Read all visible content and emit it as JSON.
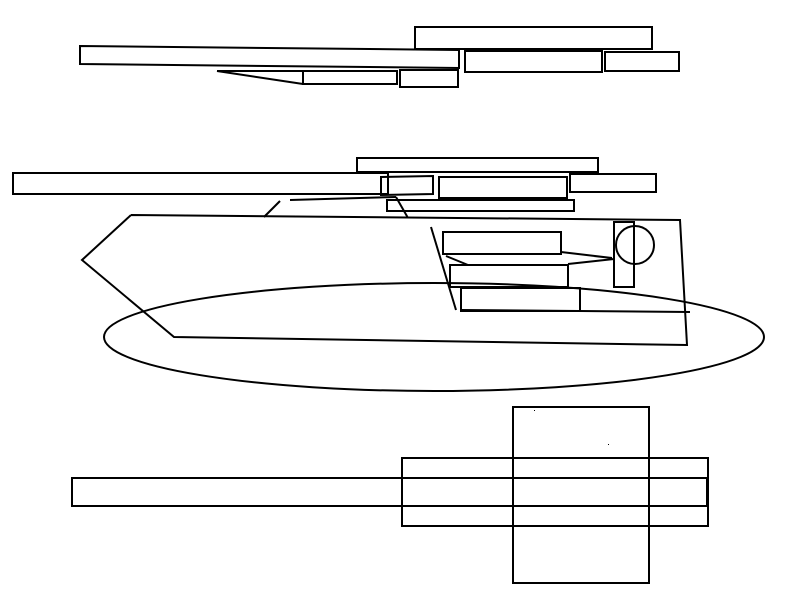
{
  "stroke_color": "#000000",
  "background_color": "#ffffff",
  "icons": [
    "circle-shape",
    "ellipse-shape",
    "dot-mark"
  ]
}
